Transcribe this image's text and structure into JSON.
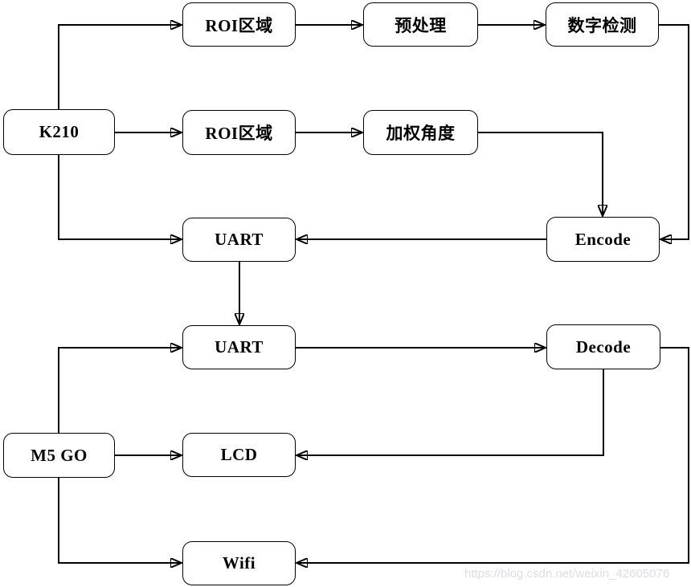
{
  "diagram": {
    "nodes": [
      {
        "id": "k210",
        "label": "K210"
      },
      {
        "id": "roi_top",
        "label": "ROI区域"
      },
      {
        "id": "preprocess",
        "label": "预处理"
      },
      {
        "id": "digit_detect",
        "label": "数字检测"
      },
      {
        "id": "roi_mid",
        "label": "ROI区域"
      },
      {
        "id": "weighted_angle",
        "label": "加权角度"
      },
      {
        "id": "uart_k210",
        "label": "UART"
      },
      {
        "id": "encode",
        "label": "Encode"
      },
      {
        "id": "uart_m5go",
        "label": "UART"
      },
      {
        "id": "decode",
        "label": "Decode"
      },
      {
        "id": "m5go",
        "label": "M5 GO"
      },
      {
        "id": "lcd",
        "label": "LCD"
      },
      {
        "id": "wifi",
        "label": "Wifi"
      }
    ],
    "edges": [
      {
        "from": "k210",
        "to": "roi_top"
      },
      {
        "from": "roi_top",
        "to": "preprocess"
      },
      {
        "from": "preprocess",
        "to": "digit_detect"
      },
      {
        "from": "digit_detect",
        "to": "encode"
      },
      {
        "from": "k210",
        "to": "roi_mid"
      },
      {
        "from": "roi_mid",
        "to": "weighted_angle"
      },
      {
        "from": "weighted_angle",
        "to": "encode"
      },
      {
        "from": "encode",
        "to": "uart_k210"
      },
      {
        "from": "k210",
        "to": "uart_k210"
      },
      {
        "from": "uart_k210",
        "to": "uart_m5go"
      },
      {
        "from": "m5go",
        "to": "uart_m5go"
      },
      {
        "from": "uart_m5go",
        "to": "decode"
      },
      {
        "from": "decode",
        "to": "lcd"
      },
      {
        "from": "m5go",
        "to": "lcd"
      },
      {
        "from": "m5go",
        "to": "wifi"
      },
      {
        "from": "decode",
        "to": "wifi"
      }
    ],
    "colors": {
      "line": "#000000",
      "node_fill": "#ffffff",
      "node_border": "#000000",
      "text": "#000000",
      "watermark": "#dcdee3"
    }
  },
  "watermark": {
    "text": "https://blog.csdn.net/weixin_42605076"
  }
}
